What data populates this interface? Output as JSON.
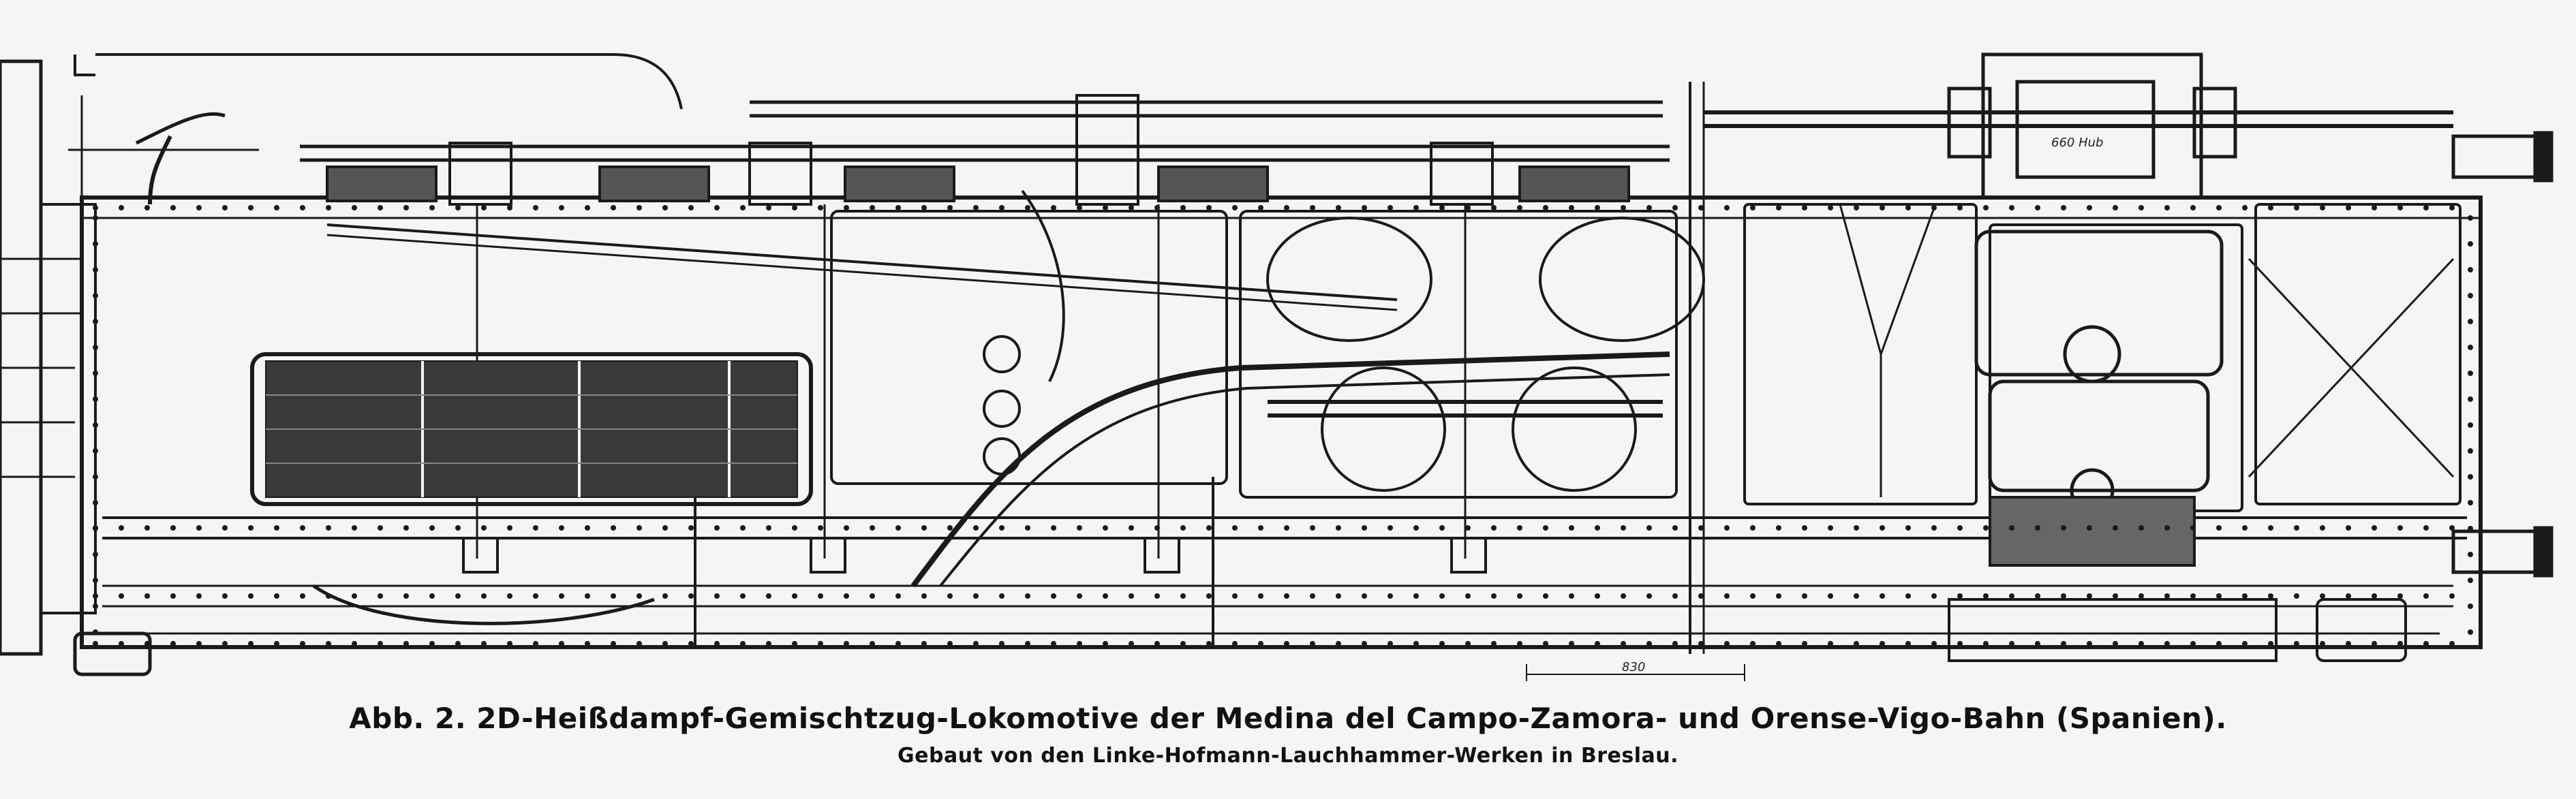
{
  "figure": {
    "caption_main": "Abb. 2. 2D-Heißdampf-Gemischtzug-Lokomotive der Medina del Campo-Zamora- und Orense-Vigo-Bahn (Spanien).",
    "caption_sub": "Gebaut von den Linke-Hofmann-Lauchhammer-Werken in Breslau.",
    "drawing_annotations": {
      "cylinder_label": "660 Hub",
      "dimension_label": "830"
    }
  },
  "colors": {
    "paper": "#f5f5f3",
    "ink": "#1a1a1a",
    "firebox_fill": "#3a3a3a"
  }
}
